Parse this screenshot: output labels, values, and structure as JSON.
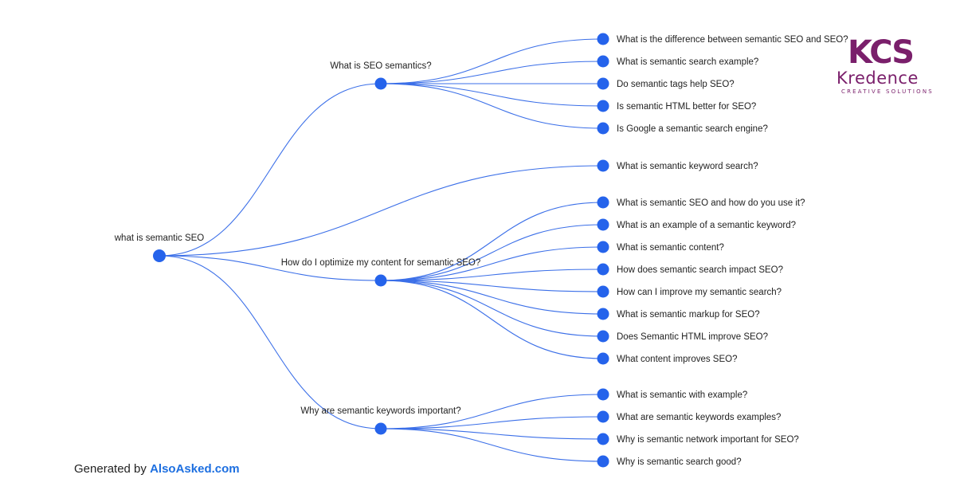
{
  "colors": {
    "link": "#3b6fe8",
    "node": "#2563eb",
    "brand_text": "#1d6fe0",
    "logo": "#7a1f6b"
  },
  "tree": {
    "root": "what is semantic SEO",
    "branches": [
      {
        "label": "What is SEO semantics?",
        "children": [
          "What is the difference between semantic SEO and SEO?",
          "What is semantic search example?",
          "Do semantic tags help SEO?",
          "Is semantic HTML better for SEO?",
          "Is Google a semantic search engine?"
        ]
      },
      {
        "label": "What is semantic keyword search?",
        "children": []
      },
      {
        "label": "How do I optimize my content for semantic SEO?",
        "children": [
          "What is semantic SEO and how do you use it?",
          "What is an example of a semantic keyword?",
          "What is semantic content?",
          "How does semantic search impact SEO?",
          "How can I improve my semantic search?",
          "What is semantic markup for SEO?",
          "Does Semantic HTML improve SEO?",
          "What content improves SEO?"
        ]
      },
      {
        "label": "Why are semantic keywords important?",
        "children": [
          "What is semantic with example?",
          "What are semantic keywords examples?",
          "Why is semantic network important for SEO?",
          "Why is semantic search good?"
        ]
      }
    ]
  },
  "footer": {
    "prefix": "Generated by",
    "brand": "AlsoAsked.com"
  },
  "logo": {
    "mark": "KCS",
    "name": "Kredence",
    "tagline": "CREATIVE SOLUTIONS"
  }
}
